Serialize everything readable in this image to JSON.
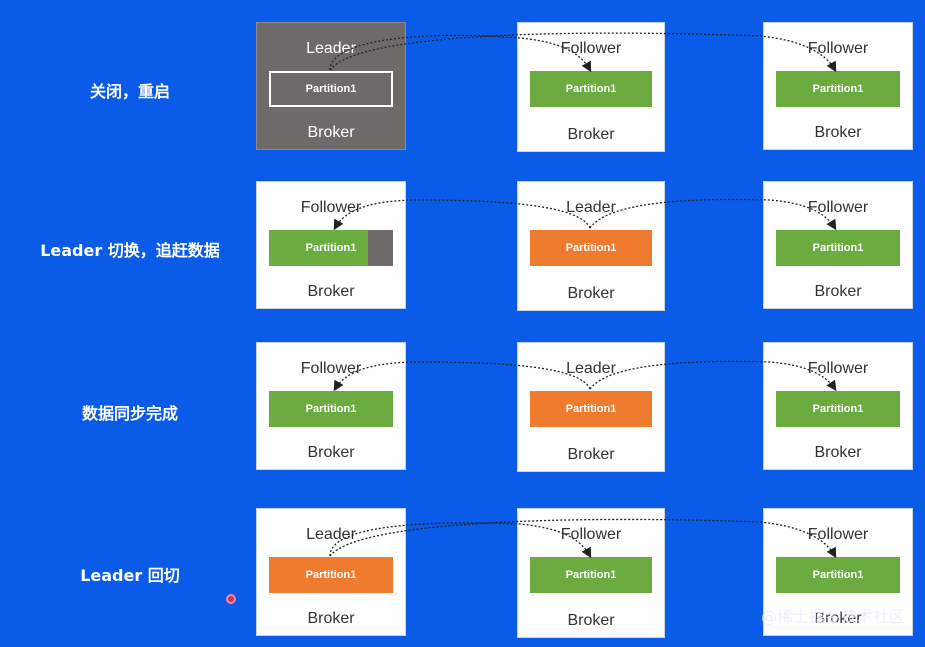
{
  "rows": [
    {
      "label": "关闭，重启",
      "boxes": [
        {
          "role": "Leader",
          "partition": "Partition1",
          "broker": "Broker",
          "state": "down",
          "style": "outline"
        },
        {
          "role": "Follower",
          "partition": "Partition1",
          "broker": "Broker",
          "state": "normal",
          "style": "green"
        },
        {
          "role": "Follower",
          "partition": "Partition1",
          "broker": "Broker",
          "state": "normal",
          "style": "green"
        }
      ]
    },
    {
      "label": "Leader 切换，追赶数据",
      "boxes": [
        {
          "role": "Follower",
          "partition": "Partition1",
          "broker": "Broker",
          "state": "normal",
          "style": "lag"
        },
        {
          "role": "Leader",
          "partition": "Partition1",
          "broker": "Broker",
          "state": "normal",
          "style": "orange"
        },
        {
          "role": "Follower",
          "partition": "Partition1",
          "broker": "Broker",
          "state": "normal",
          "style": "green"
        }
      ]
    },
    {
      "label": "数据同步完成",
      "boxes": [
        {
          "role": "Follower",
          "partition": "Partition1",
          "broker": "Broker",
          "state": "normal",
          "style": "green"
        },
        {
          "role": "Leader",
          "partition": "Partition1",
          "broker": "Broker",
          "state": "normal",
          "style": "orange"
        },
        {
          "role": "Follower",
          "partition": "Partition1",
          "broker": "Broker",
          "state": "normal",
          "style": "green"
        }
      ]
    },
    {
      "label": "Leader 回切",
      "boxes": [
        {
          "role": "Leader",
          "partition": "Partition1",
          "broker": "Broker",
          "state": "normal",
          "style": "orange"
        },
        {
          "role": "Follower",
          "partition": "Partition1",
          "broker": "Broker",
          "state": "normal",
          "style": "green"
        },
        {
          "role": "Follower",
          "partition": "Partition1",
          "broker": "Broker",
          "state": "normal",
          "style": "green"
        }
      ]
    }
  ],
  "watermark": "@稀土掘金技术社区"
}
